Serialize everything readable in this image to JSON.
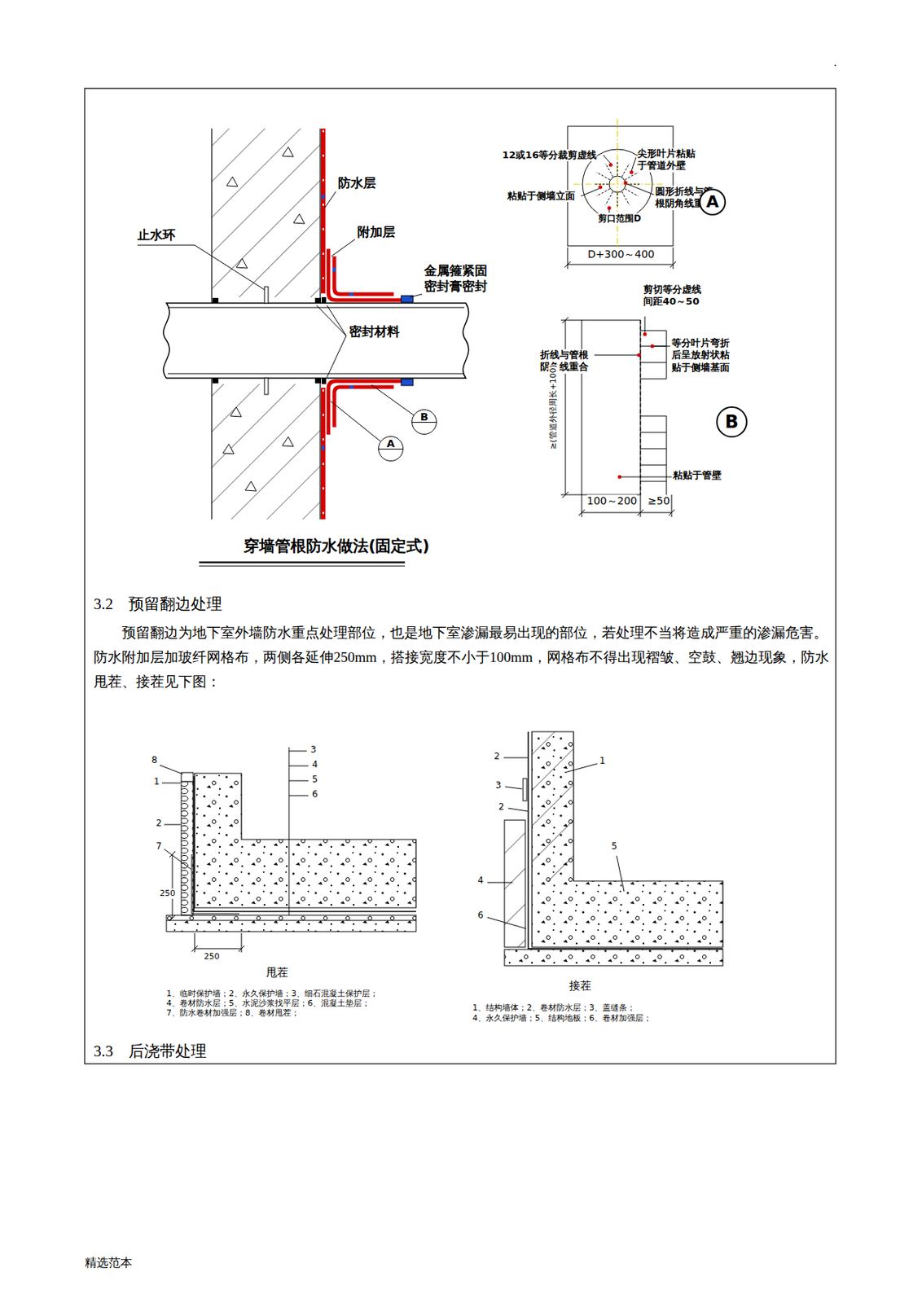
{
  "diagram": {
    "caption": "穿墙管根防水做法(固定式)",
    "nodes": [
      {
        "text": [
          "A"
        ]
      },
      {
        "text": [
          "B"
        ]
      },
      {
        "text": [
          "A"
        ]
      },
      {
        "text": [
          "B"
        ]
      }
    ],
    "labels": [
      "防水层",
      "附加层",
      "止水环",
      "金属箍紧固 密封膏密封",
      "密封材料",
      "12或16等分裁剪虚线",
      "尖形叶片粘贴 于管道外壁",
      "粘贴于侧墙立面",
      "圆形折线与管 根阴角线重合",
      "剪口范围D",
      "D+300～400",
      "剪切等分虚线 间距40～50",
      "等分叶片弯折 后呈放射状粘 贴于侧墙基面",
      "折线与管根 阴角线重合",
      "≥(管道外径周长+100)",
      "粘贴于管壁",
      "100～200",
      "≥50",
      "3.2　预留翻边处理",
      "预留翻边为地下室外墙防水重点处理部位，也是地下室渗漏最易出现的部位，若处理不当将造成严重的渗漏危害。防水附加层加玻纤网格布，两侧各延伸250mm，搭接宽度不小于100mm，网格布不得出现褶皱、空鼓、翘边现象，防水甩茬、接茬见下图：",
      "3",
      "4",
      "5",
      "6",
      "8",
      "1",
      "2",
      "7",
      "250",
      "250",
      "甩茬",
      "1、临时保护墙；2、永久保护墙；3、细石混凝土保护层；",
      "4、卷材防水层；5、水泥沙浆找平层；6、混凝土垫层；",
      "7、防水卷材加强层；8、卷材甩茬；",
      "2",
      "1",
      "3",
      "2",
      "5",
      "4",
      "6",
      "接茬",
      "1、结构墙体；2、卷材防水层；3、盖缝条；",
      "4、永久保护墙；5、结构地板；6、卷材加强层；",
      "3.3　后浇带处理",
      "精选范本",
      "."
    ]
  }
}
